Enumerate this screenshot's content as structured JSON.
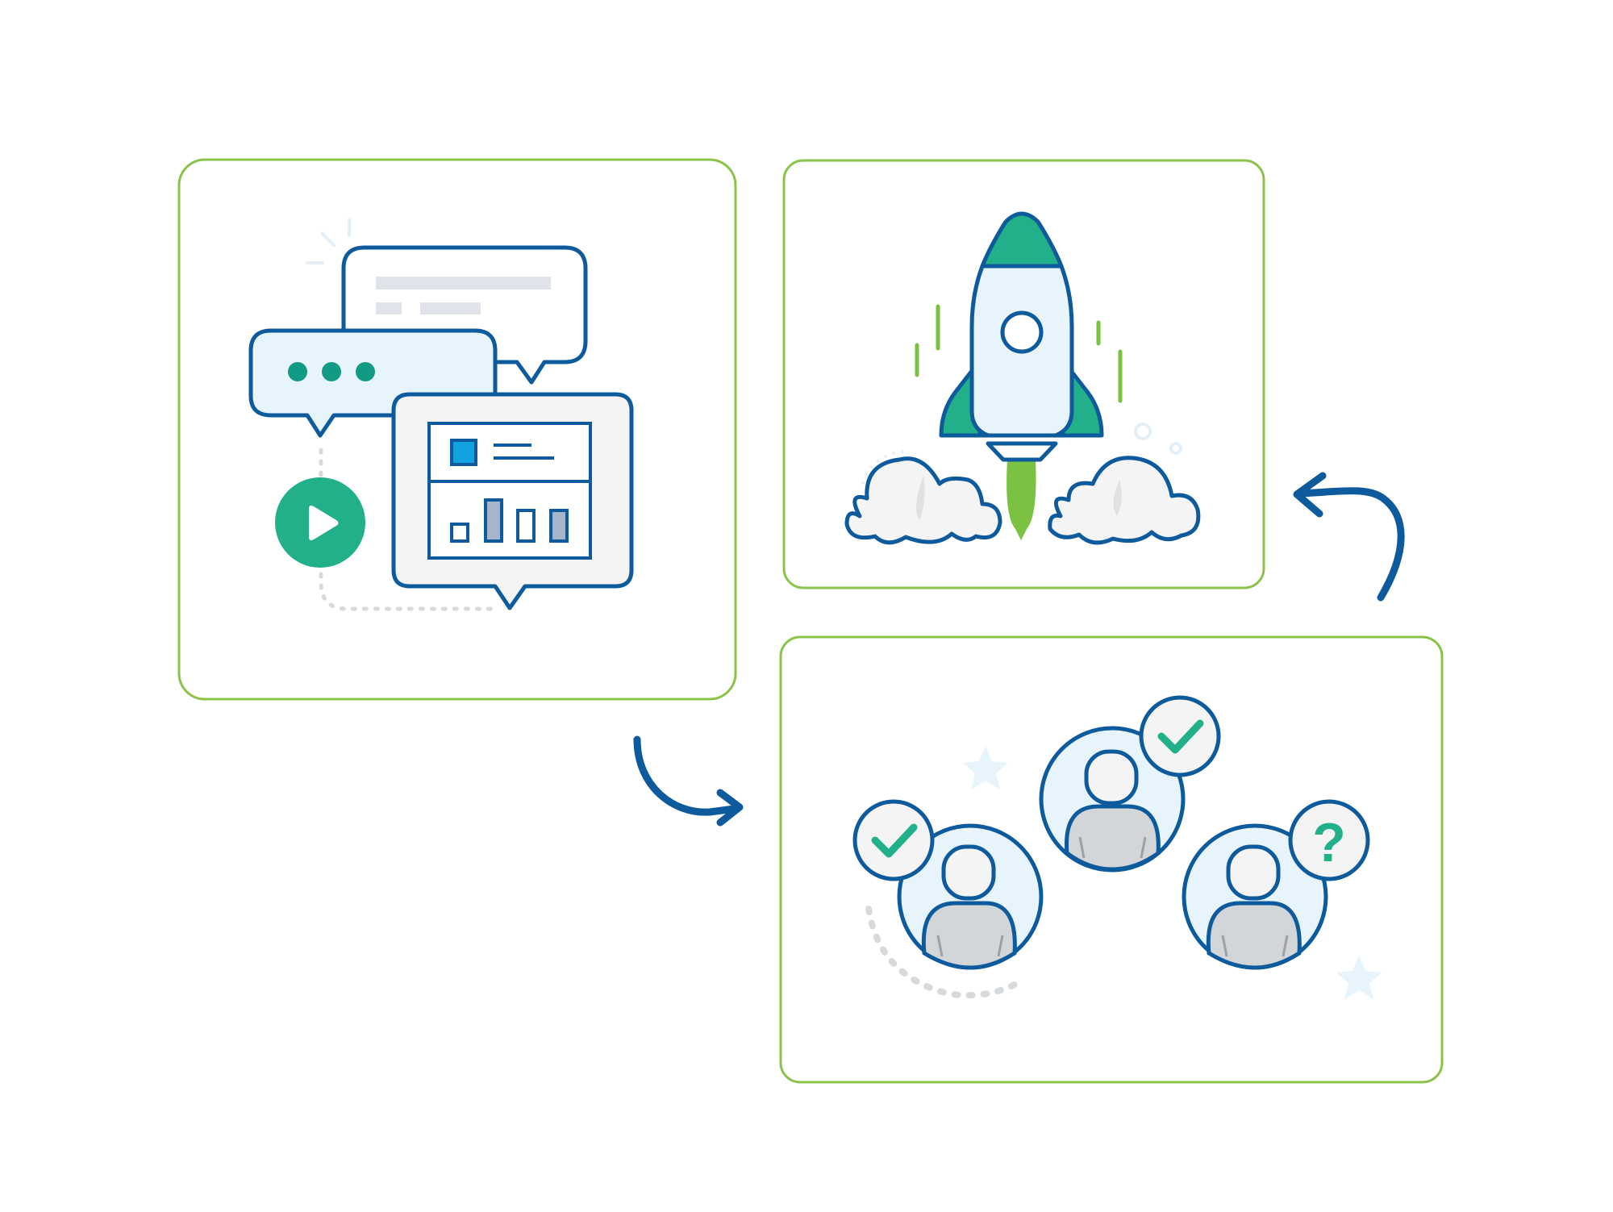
{
  "colors": {
    "panel_border": "#8bc34a",
    "outline": "#0d5a9c",
    "arrow": "#0d5a9c",
    "green": "#22b08a",
    "flame": "#7cc242",
    "light_fill": "#e7f4fb",
    "grey_fill": "#f4f4f4",
    "grey_mid": "#d2d6d9",
    "accent_blue": "#13a2e0",
    "bar_fill": "#a7b5cc",
    "dots": "#d7dadd"
  },
  "panels": [
    {
      "id": "messaging",
      "icons": [
        "chat-bubble-icon",
        "typing-dots-icon",
        "dashboard-bubble-icon",
        "play-button-icon"
      ]
    },
    {
      "id": "launch",
      "icons": [
        "rocket-icon",
        "cloud-icon",
        "flame-icon"
      ]
    },
    {
      "id": "users",
      "icons": [
        "user-avatar-icon",
        "check-badge-icon",
        "question-badge-icon",
        "star-icon"
      ]
    }
  ],
  "badges": {
    "question_mark": "?"
  }
}
